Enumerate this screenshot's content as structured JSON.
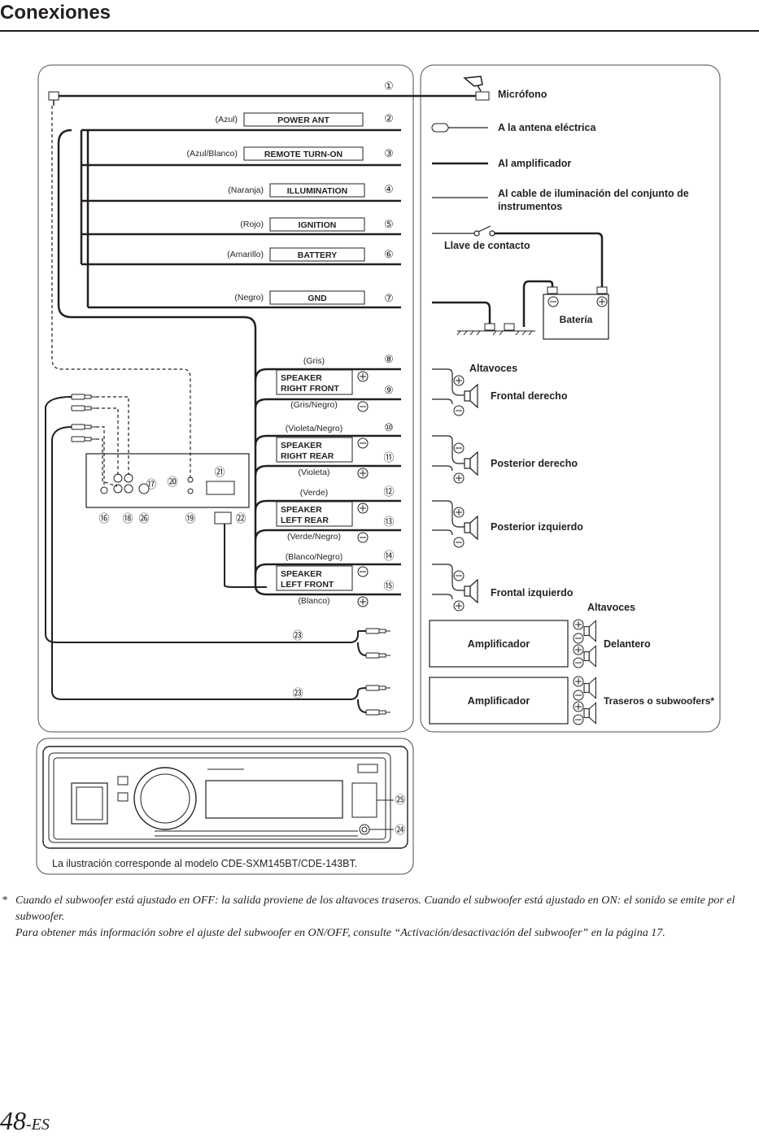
{
  "page_title": "Conexiones",
  "page_number": "48",
  "page_number_suffix": "-ES",
  "left_panel": {
    "callouts": [
      "①",
      "②",
      "③",
      "④",
      "⑤",
      "⑥",
      "⑦",
      "⑧",
      "⑨",
      "⑩",
      "⑪",
      "⑫",
      "⑬",
      "⑭",
      "⑮",
      "⑯",
      "⑰",
      "⑱",
      "⑲",
      "⑳",
      "㉑",
      "㉒",
      "㉓",
      "㉔",
      "㉕",
      "㉖"
    ],
    "wires": [
      {
        "color_label": "(Azul)",
        "terminal": "POWER ANT"
      },
      {
        "color_label": "(Azul/Blanco)",
        "terminal": "REMOTE TURN-ON"
      },
      {
        "color_label": "(Naranja)",
        "terminal": "ILLUMINATION"
      },
      {
        "color_label": "(Rojo)",
        "terminal": "IGNITION"
      },
      {
        "color_label": "(Amarillo)",
        "terminal": "BATTERY"
      },
      {
        "color_label": "(Negro)",
        "terminal": "GND"
      }
    ],
    "speaker_groups": [
      {
        "line1": "SPEAKER",
        "line2": "RIGHT FRONT",
        "top_label": "(Gris)",
        "bottom_label": "(Gris/Negro)"
      },
      {
        "line1": "SPEAKER",
        "line2": "RIGHT REAR",
        "top_label": "(Violeta/Negro)",
        "bottom_label": "(Violeta)"
      },
      {
        "line1": "SPEAKER",
        "line2": "LEFT REAR",
        "top_label": "(Verde)",
        "bottom_label": "(Verde/Negro)"
      },
      {
        "line1": "SPEAKER",
        "line2": "LEFT FRONT",
        "top_label": "(Blanco/Negro)",
        "bottom_label": "(Blanco)"
      }
    ]
  },
  "right_panel": {
    "microphone": "Micrófono",
    "power_antenna": "A la antena eléctrica",
    "amplifier_line": "Al amplificador",
    "illumination_line1": "Al cable de iluminación del conjunto de",
    "illumination_line2": "instrumentos",
    "ignition_key": "Llave de contacto",
    "battery": "Batería",
    "speakers_heading": "Altavoces",
    "speaker_names": [
      "Frontal derecho",
      "Posterior derecho",
      "Posterior izquierdo",
      "Frontal izquierdo"
    ],
    "amp_speakers_heading": "Altavoces",
    "amplifier_label": "Amplificador",
    "front_label": "Delantero",
    "rear_label": "Traseros o subwoofers*"
  },
  "device_caption": "La ilustración corresponde al modelo CDE-SXM145BT/CDE-143BT.",
  "footnote": {
    "marker": "*",
    "line1": "Cuando el subwoofer está ajustado en OFF: la salida proviene de los altavoces traseros. Cuando el subwoofer está ajustado en ON: el sonido se emite por el subwoofer.",
    "line2": "Para obtener más información sobre el ajuste del subwoofer en ON/OFF, consulte “Activación/desactivación del subwoofer” en la página 17."
  },
  "colors": {
    "ink": "#231f20",
    "background": "#ffffff",
    "panel_border": "#4d4d4d"
  }
}
